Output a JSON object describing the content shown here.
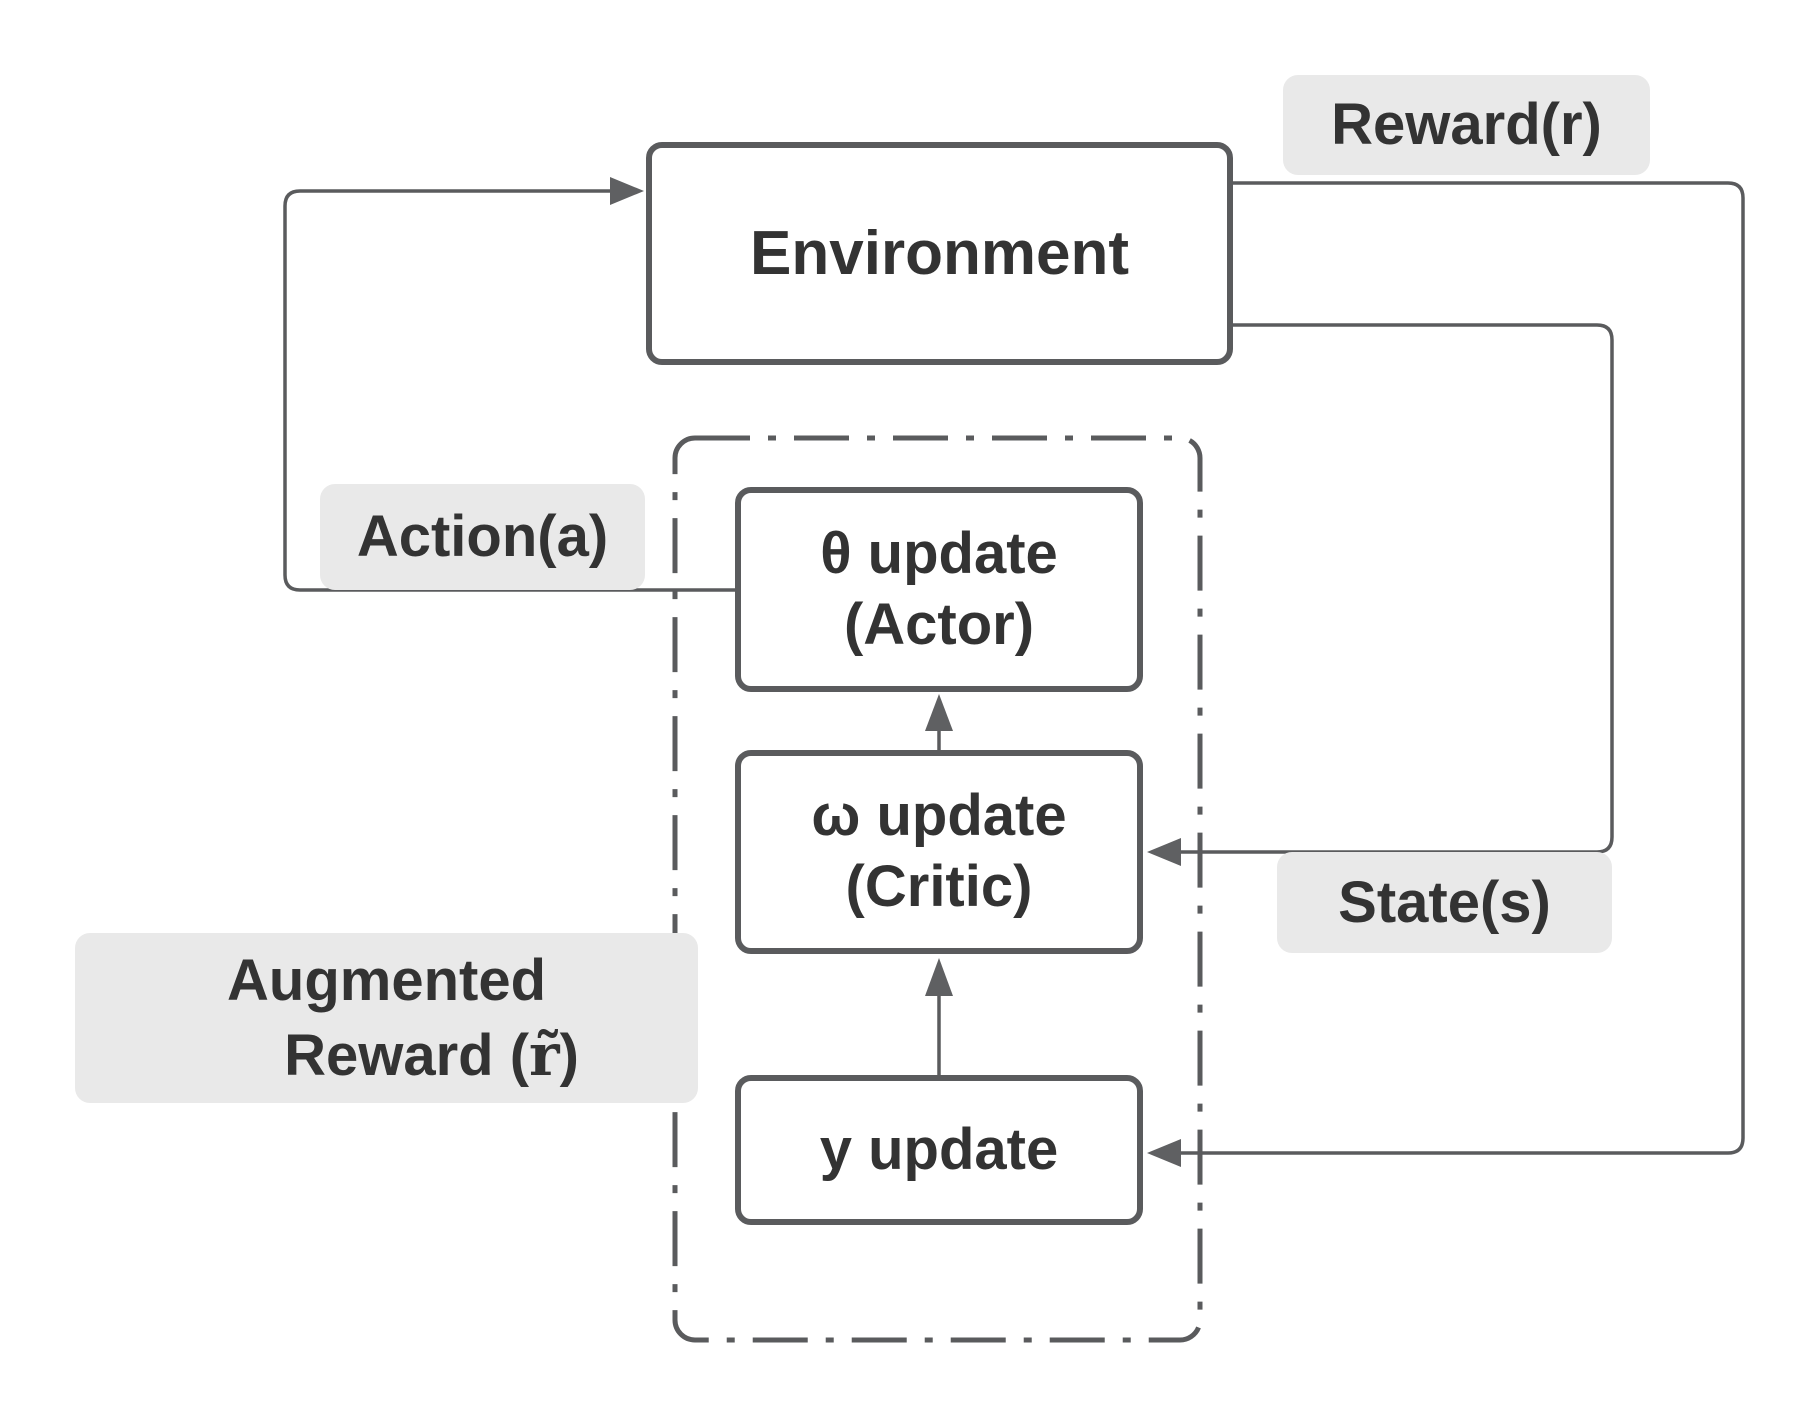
{
  "diagram": {
    "environment": {
      "label": "Environment"
    },
    "agent_block": {
      "actor": {
        "line1": "θ update",
        "line2": "(Actor)"
      },
      "critic": {
        "line1": "ω update",
        "line2": "(Critic)"
      },
      "y_update": {
        "label": "y update"
      }
    },
    "edge_labels": {
      "reward": "Reward(r)",
      "action": "Action(a)",
      "state": "State(s)",
      "augmented_line1": "Augmented",
      "augmented_line2_prefix": "Reward (",
      "augmented_line2_symbol": "r̃",
      "augmented_line2_suffix": ")"
    },
    "colors": {
      "stroke": "#5a5b5d",
      "arrowhead": "#5f6062",
      "text": "#333333",
      "label_background": "#e9e9e9",
      "node_background": "#ffffff",
      "canvas_background": "#ffffff"
    }
  }
}
